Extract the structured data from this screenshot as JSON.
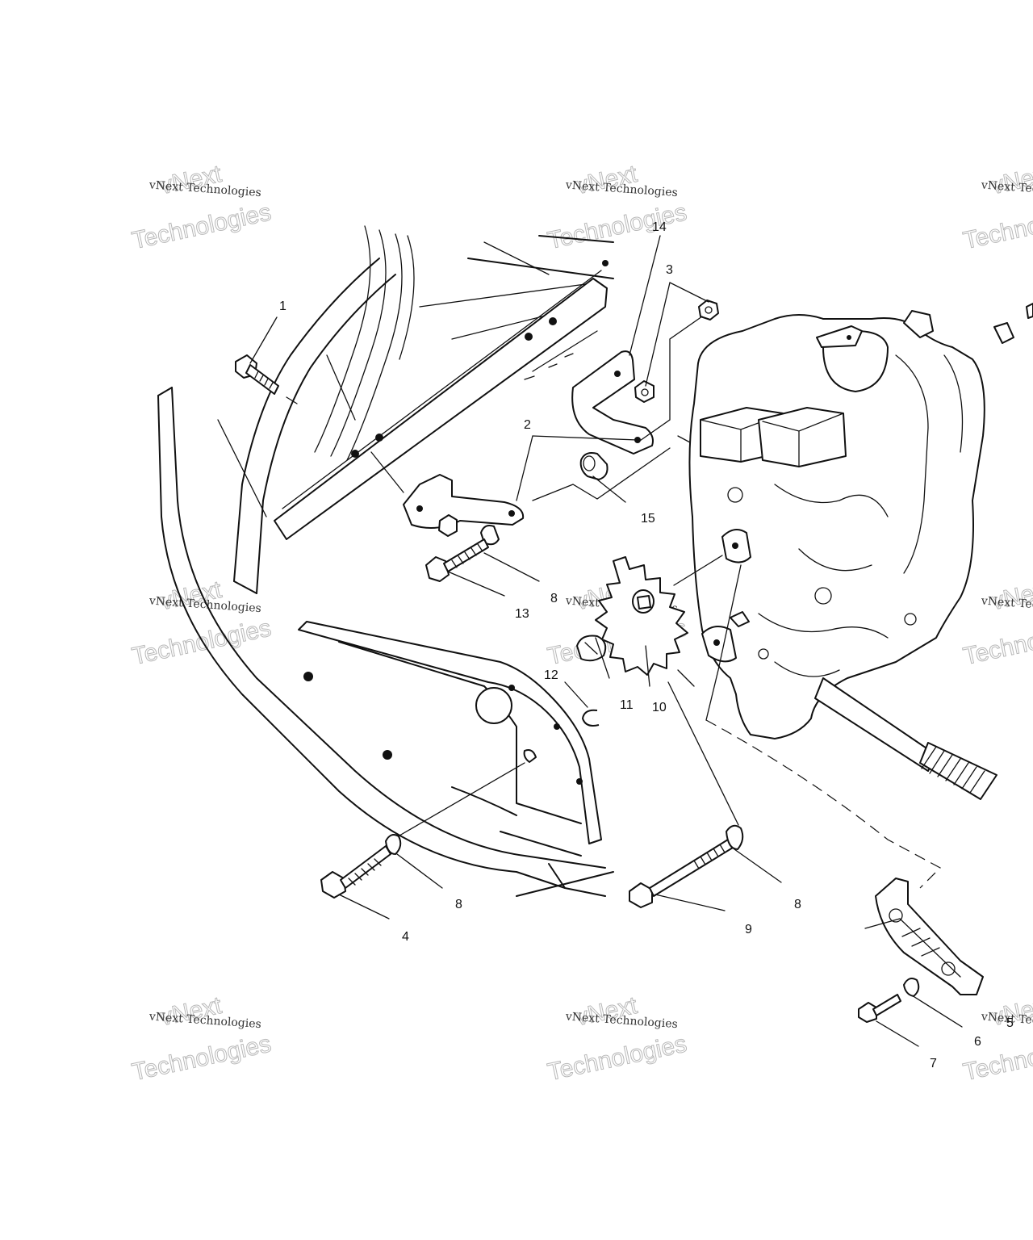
{
  "callouts": {
    "c1": "1",
    "c2": "2",
    "c3": "3",
    "c4": "4",
    "c5": "5",
    "c6": "6",
    "c7": "7",
    "c8a": "8",
    "c8b": "8",
    "c8c": "8",
    "c9": "9",
    "c10": "10",
    "c11": "11",
    "c12": "12",
    "c13": "13",
    "c14": "14",
    "c15": "15"
  },
  "watermark": {
    "small": "vNext Technologies",
    "big_line1": "vNext",
    "big_line2": "Technologies",
    "color": "#b8b8b8"
  },
  "colors": {
    "line": "#111111",
    "background": "#ffffff"
  }
}
